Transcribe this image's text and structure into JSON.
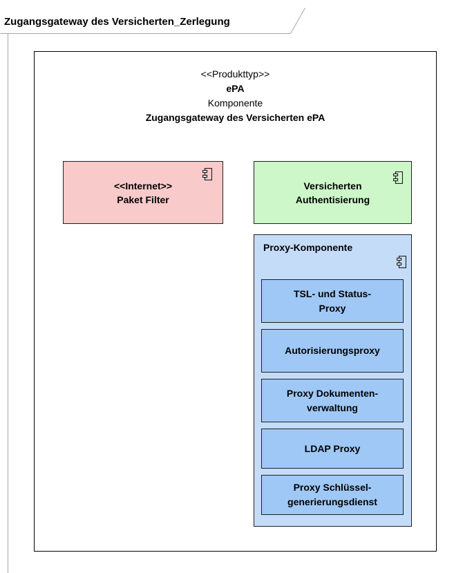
{
  "frame": {
    "title": "Zugangsgateway des Versicherten_Zerlegung"
  },
  "product": {
    "stereotype": "<<Produkttyp>>",
    "name": "ePA",
    "kind": "Komponente",
    "title": "Zugangsgateway des Versicherten ePA"
  },
  "components": {
    "paket_filter": {
      "line1": "<<Internet>>",
      "line2": "Paket Filter",
      "color": "#f8caca"
    },
    "versicherten_auth": {
      "line1": "Versicherten",
      "line2": "Authentisierung",
      "color": "#cdf7c9"
    },
    "proxy": {
      "label": "Proxy-Komponente",
      "color": "#c5dcf9",
      "subcomponents": [
        {
          "line1": "TSL- und Status-",
          "line2": "Proxy"
        },
        {
          "line1": "Autorisierungsproxy",
          "line2": ""
        },
        {
          "line1": "Proxy Dokumenten-",
          "line2": "verwaltung"
        },
        {
          "line1": "LDAP Proxy",
          "line2": ""
        },
        {
          "line1": "Proxy Schlüssel-",
          "line2": "generierungsdienst"
        }
      ],
      "subcomponent_color": "#9fc8f6"
    }
  },
  "icons": {
    "component": "uml-component-icon"
  }
}
